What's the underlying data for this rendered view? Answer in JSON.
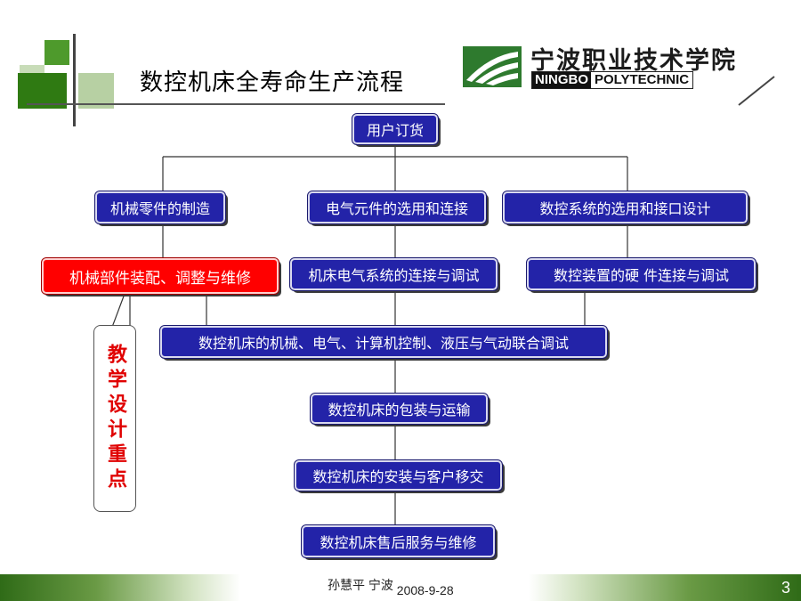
{
  "slide": {
    "title": "数控机床全寿命生产流程",
    "logo": {
      "chinese_name": "宁波职业技术学院",
      "english_dark": "NINGBO",
      "english_light": "POLYTECHNIC"
    },
    "colors": {
      "box_blue": "#2323a8",
      "box_red": "#ff0000",
      "accent_green": "#2f6b17",
      "callout_text": "#e00000"
    }
  },
  "flowchart": {
    "order_box": "用户订货",
    "row1": [
      "机械零件的制造",
      "电气元件的选用和连接",
      "数控系统的选用和接口设计"
    ],
    "row2": [
      "机械部件装配、调整与维修",
      "机床电气系统的连接与调试",
      "数控装置的硬 件连接与调试"
    ],
    "joint_test": "数控机床的机械、电气、计算机控制、液压与气动联合调试",
    "packaging": "数控机床的包装与运输",
    "installation": "数控机床的安装与客户移交",
    "after_sales": "数控机床售后服务与维修",
    "callout": "教学设计重点"
  },
  "footer": {
    "author": "孙慧平 宁波",
    "date": "2008-9-28",
    "page_number": "3"
  }
}
